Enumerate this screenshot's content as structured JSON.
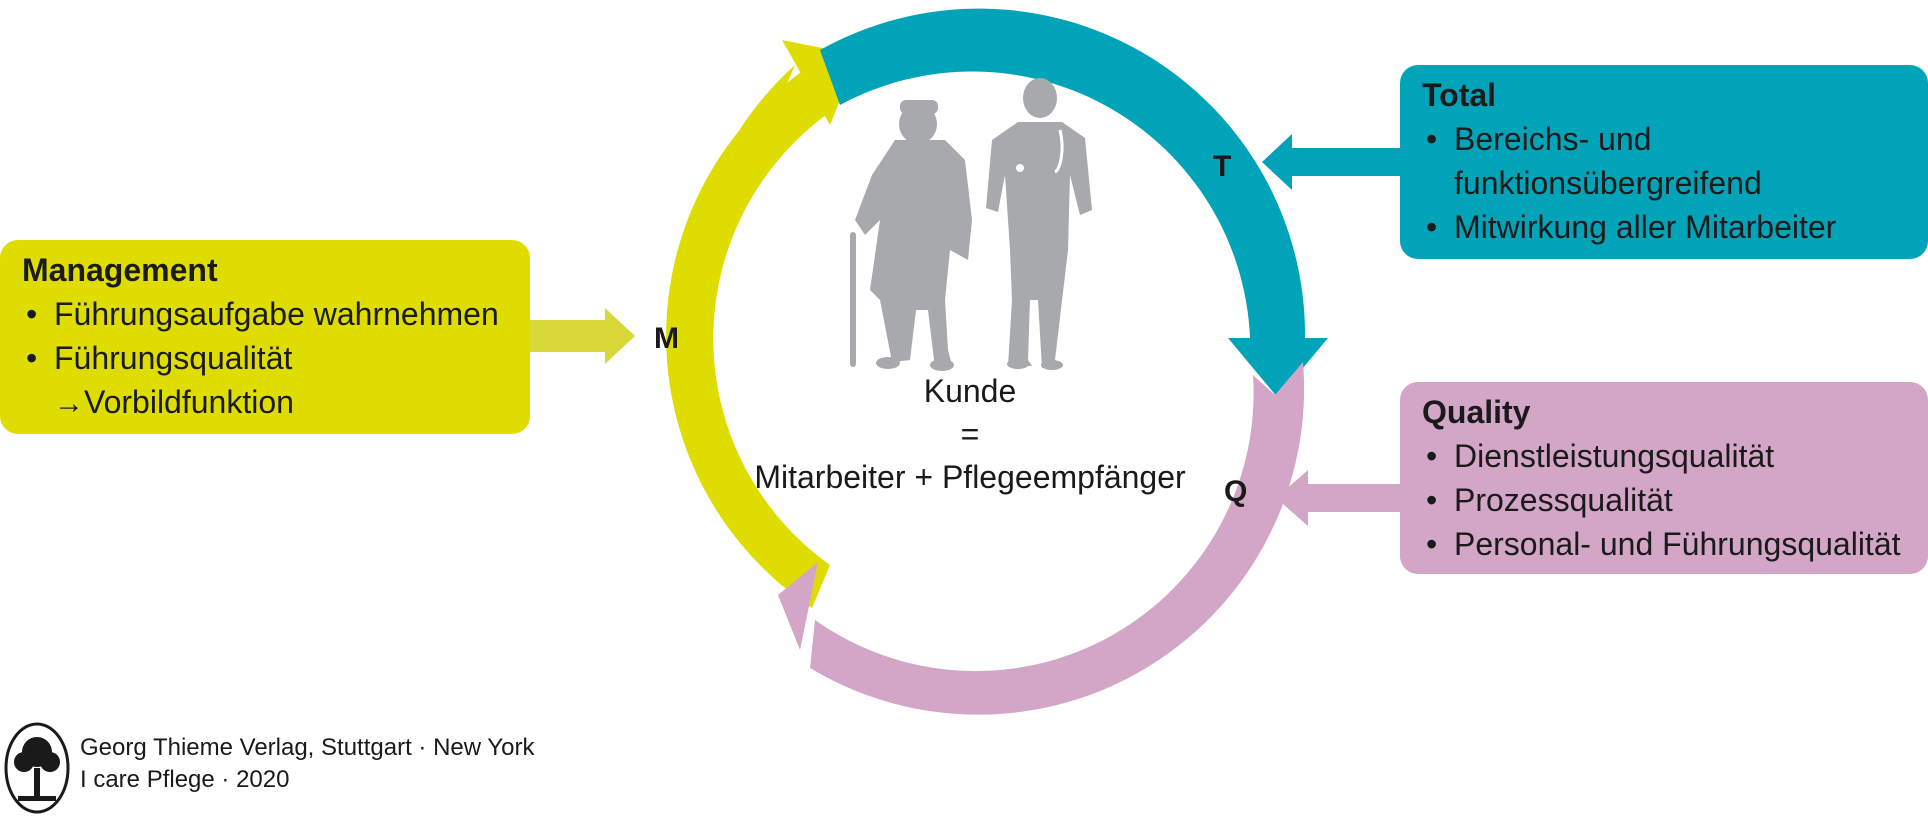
{
  "colors": {
    "management": "#dfdd00",
    "total": "#00a3b8",
    "quality": "#d3a6c7",
    "figures": "#a7a9ac"
  },
  "management": {
    "title": "Management",
    "items": [
      "Führungsaufgabe wahrnehmen",
      "Führungsqualität"
    ],
    "subitem": "Vorbildfunktion"
  },
  "total": {
    "title": "Total",
    "items": [
      "Bereichs- und",
      "funktionsübergreifend",
      "Mitwirkung aller Mitarbeiter"
    ]
  },
  "quality": {
    "title": "Quality",
    "items": [
      "Dienstleistungsqualität",
      "Prozessqualität",
      "Personal- und Führungsqualität"
    ]
  },
  "cycle": {
    "letter_m": "M",
    "letter_t": "T",
    "letter_q": "Q"
  },
  "center": {
    "kunde": "Kunde",
    "equals": "=",
    "formula": "Mitarbeiter + Pflegeempfänger"
  },
  "footer": {
    "line1": "Georg Thieme Verlag, Stuttgart · New York",
    "line2": "I care Pflege · 2020"
  },
  "icons": {
    "figures": "elderly-man-and-nurse-silhouette-icon",
    "logo": "tree-seal-logo-icon"
  }
}
